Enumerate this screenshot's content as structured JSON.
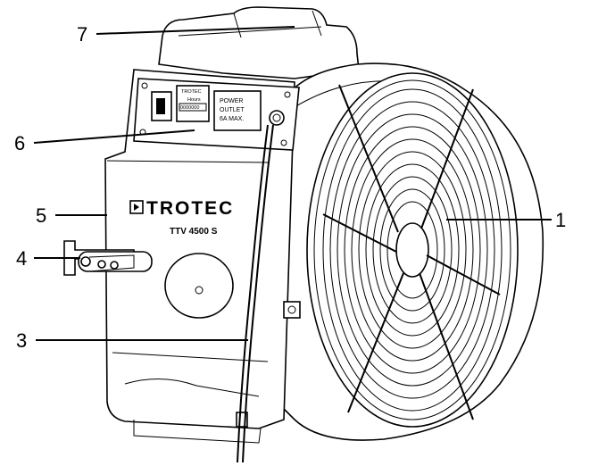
{
  "callouts": [
    {
      "label": "1"
    },
    {
      "label": "3"
    },
    {
      "label": "4"
    },
    {
      "label": "5"
    },
    {
      "label": "6"
    },
    {
      "label": "7"
    }
  ],
  "device": {
    "brand": "TROTEC",
    "model": "TTV 4500 S",
    "hour_meter_brand": "TROTEC",
    "hour_meter_label": "Hours",
    "hour_meter_digits": "0000000",
    "outlet_line1": "POWER",
    "outlet_line2": "OUTLET",
    "outlet_line3": "6A MAX."
  }
}
